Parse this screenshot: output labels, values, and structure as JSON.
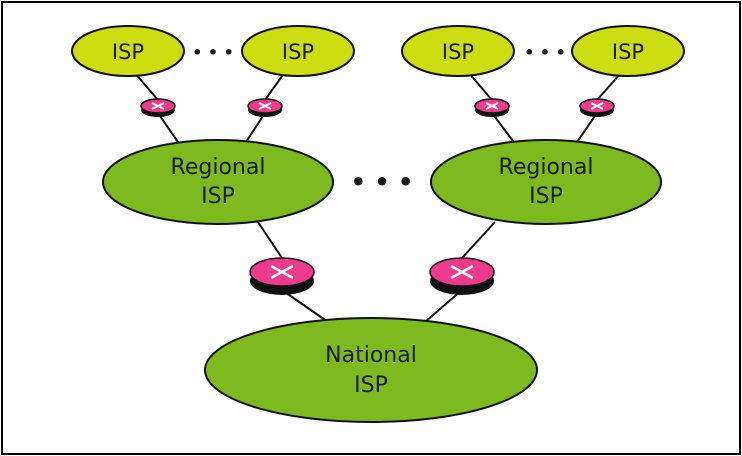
{
  "diagram": {
    "colors": {
      "isp_fill": "#ccdd11",
      "regional_fill": "#7cba1e",
      "national_fill": "#7cba1e",
      "router_fill": "#ee3a8c",
      "router_shadow": "#111111",
      "stroke": "#111111"
    },
    "local_isps": [
      {
        "label": "ISP"
      },
      {
        "label": "ISP"
      },
      {
        "label": "ISP"
      },
      {
        "label": "ISP"
      }
    ],
    "regional_isps": [
      {
        "line1": "Regional",
        "line2": "ISP"
      },
      {
        "line1": "Regional",
        "line2": "ISP"
      }
    ],
    "national_isp": {
      "line1": "National",
      "line2": "ISP"
    },
    "ellipsis": "• • •",
    "ellipsis_small": "• • •",
    "icons": {
      "router": "router-icon"
    }
  }
}
